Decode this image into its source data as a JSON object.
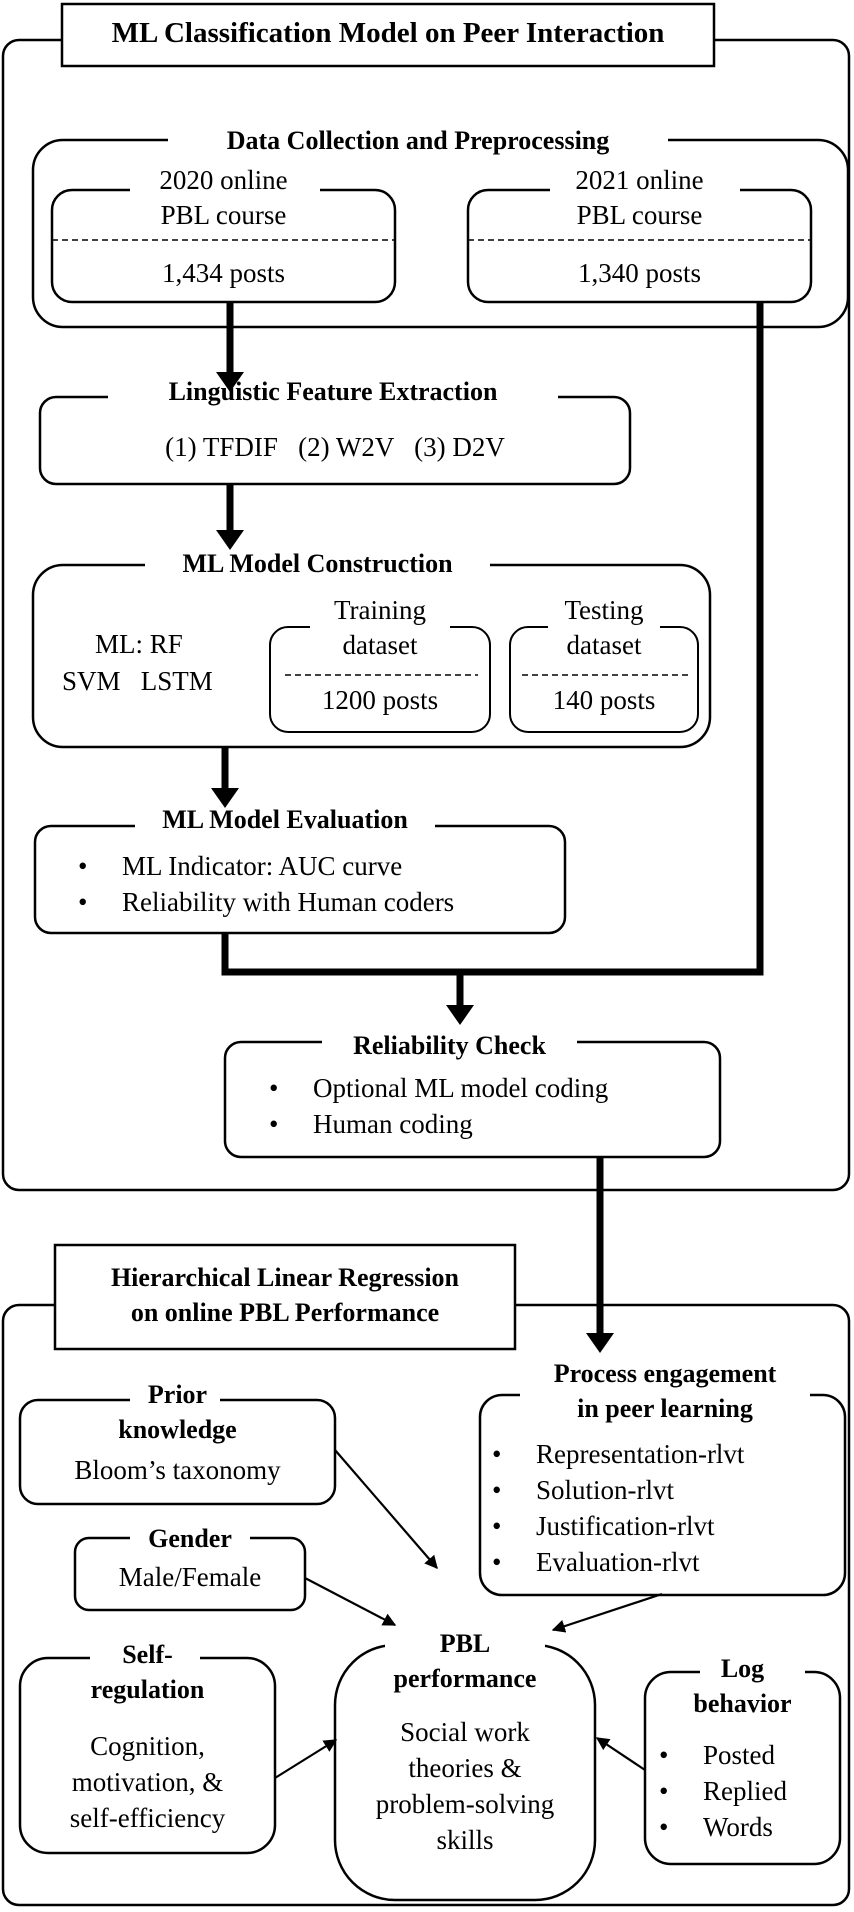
{
  "title": "ML Classification Model on Peer Interaction",
  "data_collection": {
    "heading": "Data Collection and Preprocessing",
    "course_2020": {
      "line1": "2020 online",
      "line2": "PBL course",
      "posts": "1,434 posts"
    },
    "course_2021": {
      "line1": "2021 online",
      "line2": "PBL course",
      "posts": "1,340 posts"
    }
  },
  "feature_extraction": {
    "heading": "Linguistic Feature Extraction",
    "methods": "(1) TFDIF   (2) W2V   (3) D2V"
  },
  "model_construction": {
    "heading": "ML Model Construction",
    "ml_line1": "ML: RF",
    "ml_line2": "SVM   LSTM",
    "training": {
      "line1": "Training",
      "line2": "dataset",
      "posts": "1200 posts"
    },
    "testing": {
      "line1": "Testing",
      "line2": "dataset",
      "posts": "140 posts"
    }
  },
  "model_evaluation": {
    "heading": "ML Model Evaluation",
    "items": [
      "ML Indicator: AUC curve",
      "Reliability with Human coders"
    ]
  },
  "reliability_check": {
    "heading": "Reliability Check",
    "items": [
      "Optional ML model coding",
      "Human coding"
    ]
  },
  "regression": {
    "title_line1": "Hierarchical Linear Regression",
    "title_line2": "on online PBL Performance",
    "process_engagement": {
      "heading_line1": "Process engagement",
      "heading_line2": "in peer learning",
      "items": [
        "Representation-rlvt",
        "Solution-rlvt",
        "Justification-rlvt",
        "Evaluation-rlvt"
      ]
    },
    "prior_knowledge": {
      "heading_line1": "Prior",
      "heading_line2": "knowledge",
      "detail": "Bloom’s taxonomy"
    },
    "gender": {
      "heading": "Gender",
      "detail": "Male/Female"
    },
    "self_regulation": {
      "heading_line1": "Self-",
      "heading_line2": "regulation",
      "detail_line1": "Cognition,",
      "detail_line2": "motivation, &",
      "detail_line3": "self-efficiency"
    },
    "pbl_performance": {
      "heading_line1": "PBL",
      "heading_line2": "performance",
      "detail_line1": "Social work",
      "detail_line2": "theories &",
      "detail_line3": "problem-solving",
      "detail_line4": "skills"
    },
    "log_behavior": {
      "heading_line1": "Log",
      "heading_line2": "behavior",
      "items": [
        "Posted",
        "Replied",
        "Words"
      ]
    }
  }
}
